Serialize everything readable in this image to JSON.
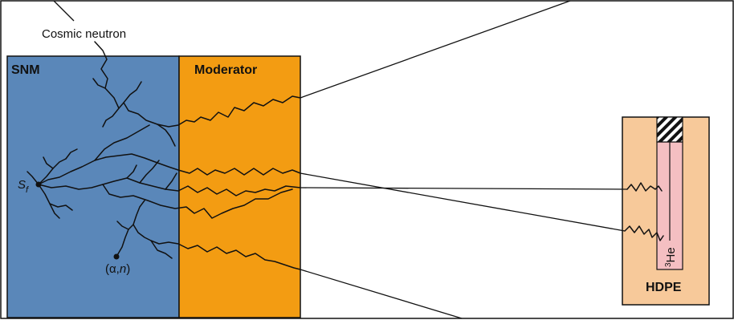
{
  "labels": {
    "cosmic": "Cosmic neutron",
    "snm": "SNM",
    "moderator": "Moderator",
    "sf_main": "S",
    "sf_sub": "f",
    "alpha_n_open": "(",
    "alpha_n_alpha": "α",
    "alpha_n_comma": ",",
    "alpha_n_n": "n",
    "alpha_n_close": ")",
    "he3_sup": "3",
    "he3": "He",
    "hdpe": "HDPE"
  },
  "colors": {
    "snm": "#5a87b9",
    "moderator": "#f39c12",
    "hdpe": "#f7c99a",
    "tube": "#f4bfc2",
    "line": "#111111"
  }
}
